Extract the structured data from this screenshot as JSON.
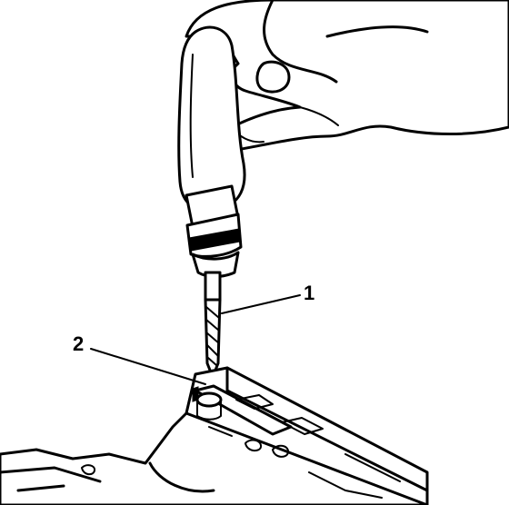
{
  "callouts": [
    {
      "id": "1",
      "label": "1"
    },
    {
      "id": "2",
      "label": "2"
    }
  ],
  "colors": {
    "ink": "#000000",
    "paper": "#ffffff"
  },
  "icons": [
    "hand",
    "drill-handle",
    "drill-chuck",
    "drill-bit",
    "engine-block",
    "bolt-hole"
  ]
}
